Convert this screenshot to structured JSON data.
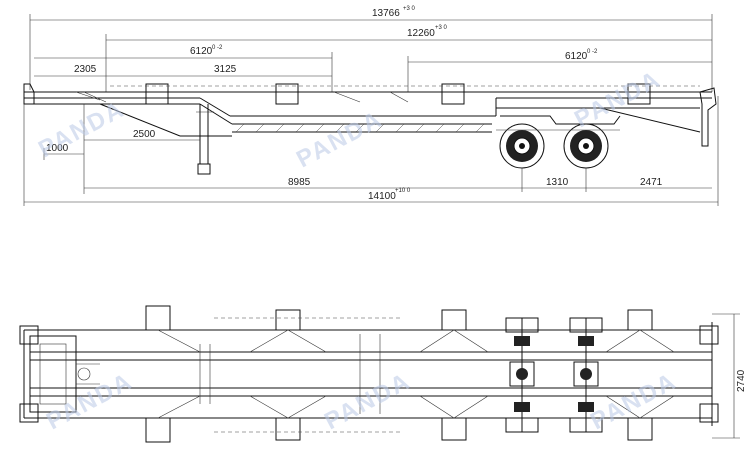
{
  "side_view": {
    "dims": {
      "overall_length": "13766",
      "overall_tol": "+3 0",
      "kingpin_to_rear": "12260",
      "kingpin_to_rear_tol": "+3 0",
      "front_twistlock": "6120",
      "front_twistlock_tol": "0 -2",
      "rear_twistlock": "6120",
      "rear_twistlock_tol": "0 -2",
      "front_overhang": "2305",
      "landing_gear_span": "3125",
      "kingpin_to_leg": "2500",
      "kingpin_offset": "1000",
      "kingpin_to_axle": "8985",
      "axle_spacing": "1310",
      "rear_overhang": "2471",
      "total_length": "14100",
      "total_length_tol": "+10 0"
    }
  },
  "plan_view": {
    "dims": {
      "width": "2740"
    }
  },
  "watermark": "PANDA",
  "colors": {
    "line": "#111111",
    "watermark": "#b9c8e6"
  }
}
